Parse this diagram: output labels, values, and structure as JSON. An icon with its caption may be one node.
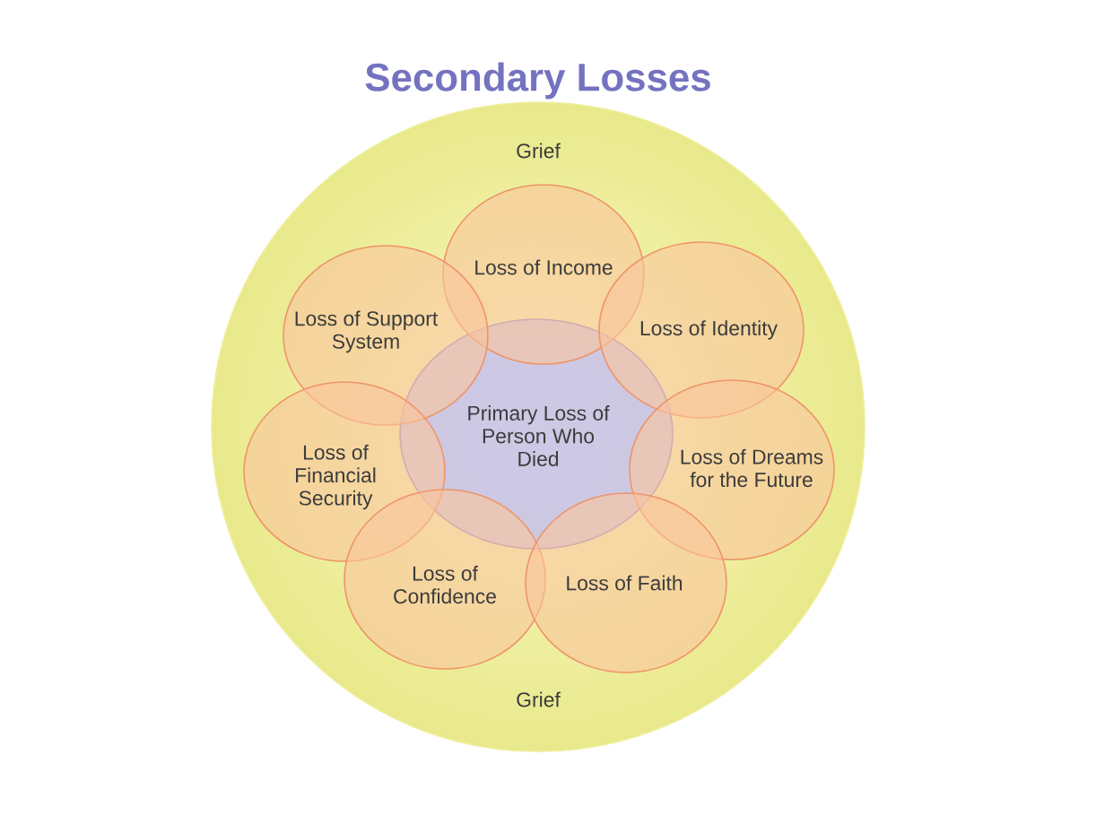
{
  "diagram": {
    "title": "Secondary Losses",
    "nodes": [
      {
        "text": [
          "Grief",
          "Grief"
        ]
      },
      {
        "text": [
          "Loss of Income"
        ],
        "in": 0
      },
      {
        "text": [
          "Loss of Support System"
        ],
        "in": 0
      },
      {
        "text": [
          "Loss of Identity"
        ],
        "in": 0
      },
      {
        "text": [
          "Primary Loss of Person Who Died"
        ],
        "in": 0
      },
      {
        "text": [
          "Loss of Financial Security"
        ],
        "in": 0
      },
      {
        "text": [
          "Loss of Dreams for the Future"
        ],
        "in": 0
      },
      {
        "text": [
          "Loss of Confidence"
        ],
        "in": 0
      },
      {
        "text": [
          "Loss of Faith"
        ],
        "in": 0
      }
    ]
  }
}
